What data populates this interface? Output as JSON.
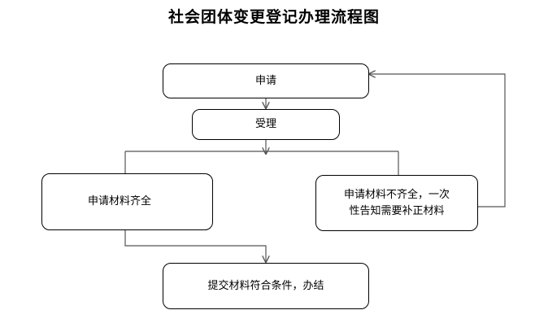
{
  "title": "社会团体变更登记办理流程图",
  "nodes": {
    "apply": {
      "label": "申请"
    },
    "accept": {
      "label": "受理"
    },
    "complete": {
      "label": "申请材料齐全"
    },
    "incomplete": {
      "line1": "申请材料不齐全，一次",
      "line2": "性告知需要补正材料"
    },
    "finish": {
      "label": "提交材料符合条件，办结"
    }
  },
  "colors": {
    "line": "#555555",
    "border": "#000000",
    "background": "#ffffff"
  }
}
